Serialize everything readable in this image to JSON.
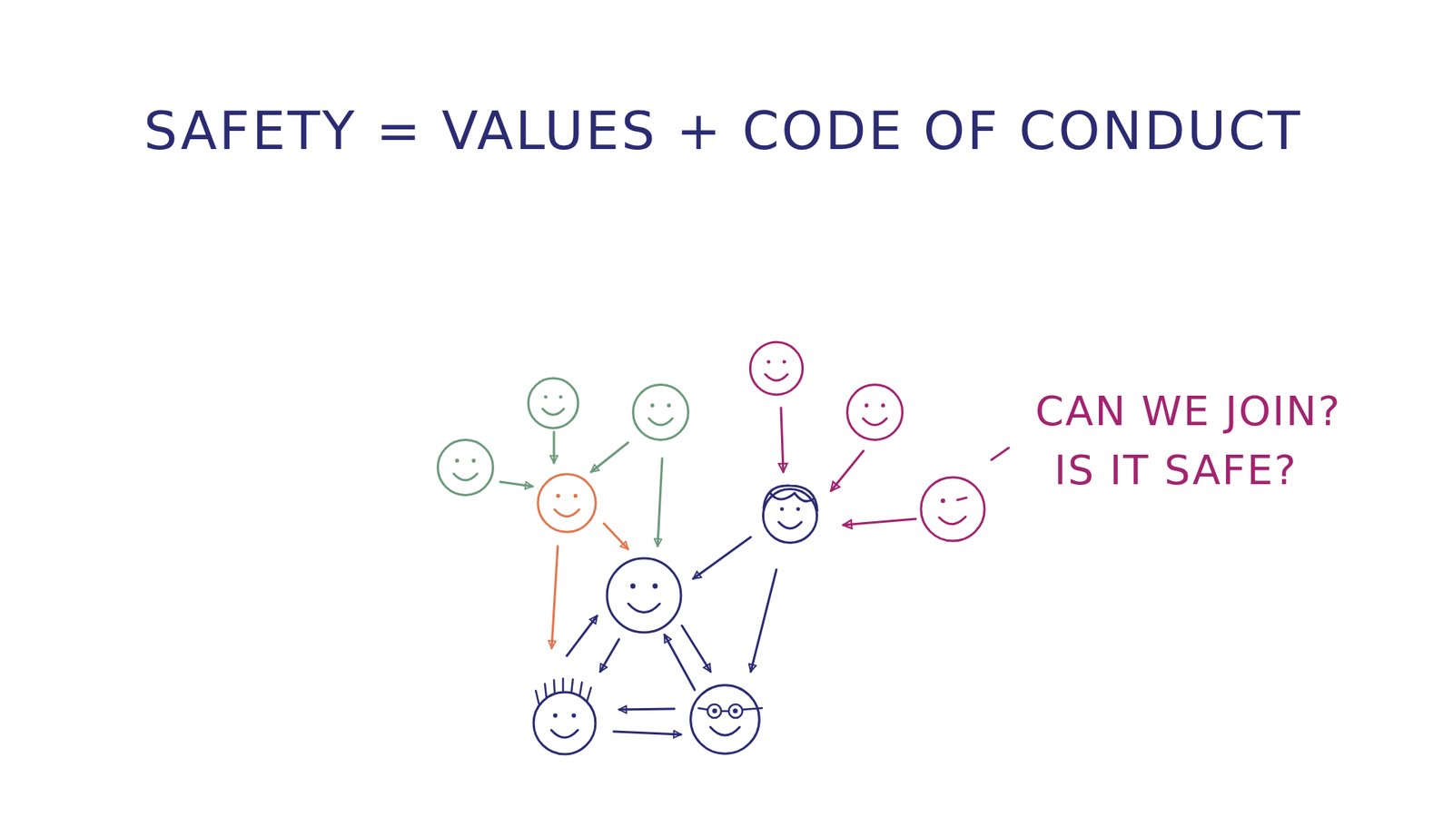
{
  "diagram": {
    "title": "SAFETY = VALUES + CODE OF CONDUCT",
    "labels": [
      "CAN WE JOIN?",
      "IS IT SAFE?"
    ]
  }
}
